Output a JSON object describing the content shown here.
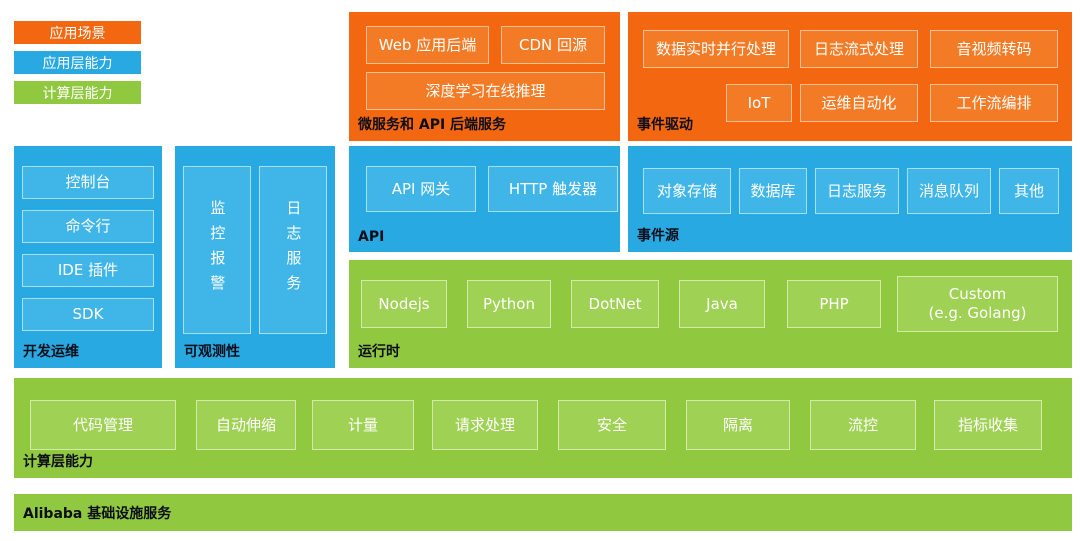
{
  "legend": {
    "items": [
      {
        "label": "应用场景",
        "color": "#F2670F"
      },
      {
        "label": "应用层能力",
        "color": "#29A9E1"
      },
      {
        "label": "计算层能力",
        "color": "#90C93F"
      }
    ]
  },
  "colors": {
    "orange": "#F2670F",
    "blue": "#29A9E1",
    "green": "#90C93F"
  },
  "blocks": {
    "microservices": {
      "title": "微服务和 API 后端服务",
      "items": [
        "Web 应用后端",
        "CDN 回源",
        "深度学习在线推理"
      ]
    },
    "event_driven": {
      "title": "事件驱动",
      "items": [
        "数据实时并行处理",
        "日志流式处理",
        "音视频转码",
        "IoT",
        "运维自动化",
        "工作流编排"
      ]
    },
    "devops": {
      "title": "开发运维",
      "items": [
        "控制台",
        "命令行",
        "IDE 插件",
        "SDK"
      ]
    },
    "observability": {
      "title": "可观测性",
      "items": [
        "监控报警",
        "日志服务"
      ]
    },
    "api": {
      "title": "API",
      "items": [
        "API 网关",
        "HTTP 触发器"
      ]
    },
    "event_sources": {
      "title": "事件源",
      "items": [
        "对象存储",
        "数据库",
        "日志服务",
        "消息队列",
        "其他"
      ]
    },
    "runtime": {
      "title": "运行时",
      "items": [
        "Nodejs",
        "Python",
        "DotNet",
        "Java",
        "PHP",
        "Custom\n(e.g. Golang)"
      ]
    },
    "compute": {
      "title": "计算层能力",
      "items": [
        "代码管理",
        "自动伸缩",
        "计量",
        "请求处理",
        "安全",
        "隔离",
        "流控",
        "指标收集"
      ]
    },
    "infrastructure": {
      "title": "Alibaba 基础设施服务"
    }
  }
}
